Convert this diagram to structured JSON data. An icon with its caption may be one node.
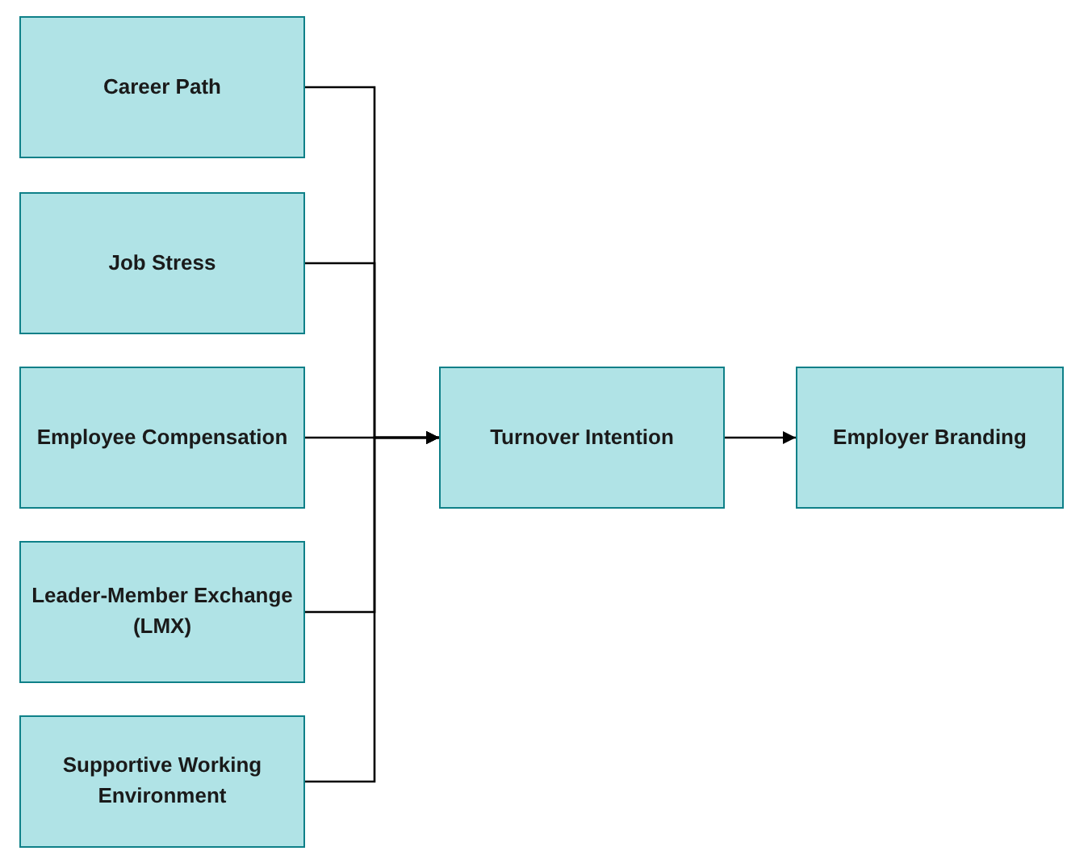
{
  "diagram": {
    "nodes": [
      {
        "text": [
          "Career Path"
        ]
      },
      {
        "text": [
          "Job Stress"
        ]
      },
      {
        "text": [
          "Employee Compensation"
        ]
      },
      {
        "text": [
          "Leader-Member Exchange (LMX)"
        ]
      },
      {
        "text": [
          "Supportive Working Environment"
        ]
      },
      {
        "text": [
          "Turnover Intention"
        ]
      },
      {
        "text": [
          "Employer Branding"
        ]
      }
    ],
    "edges": [
      {
        "from": 0,
        "to": 5,
        "arrow": "to"
      },
      {
        "from": 1,
        "to": 5,
        "arrow": "to"
      },
      {
        "from": 2,
        "to": 5,
        "arrow": "to"
      },
      {
        "from": 3,
        "to": 5,
        "arrow": "to"
      },
      {
        "from": 4,
        "to": 5,
        "arrow": "to"
      },
      {
        "from": 5,
        "to": 6,
        "arrow": "to"
      }
    ]
  }
}
